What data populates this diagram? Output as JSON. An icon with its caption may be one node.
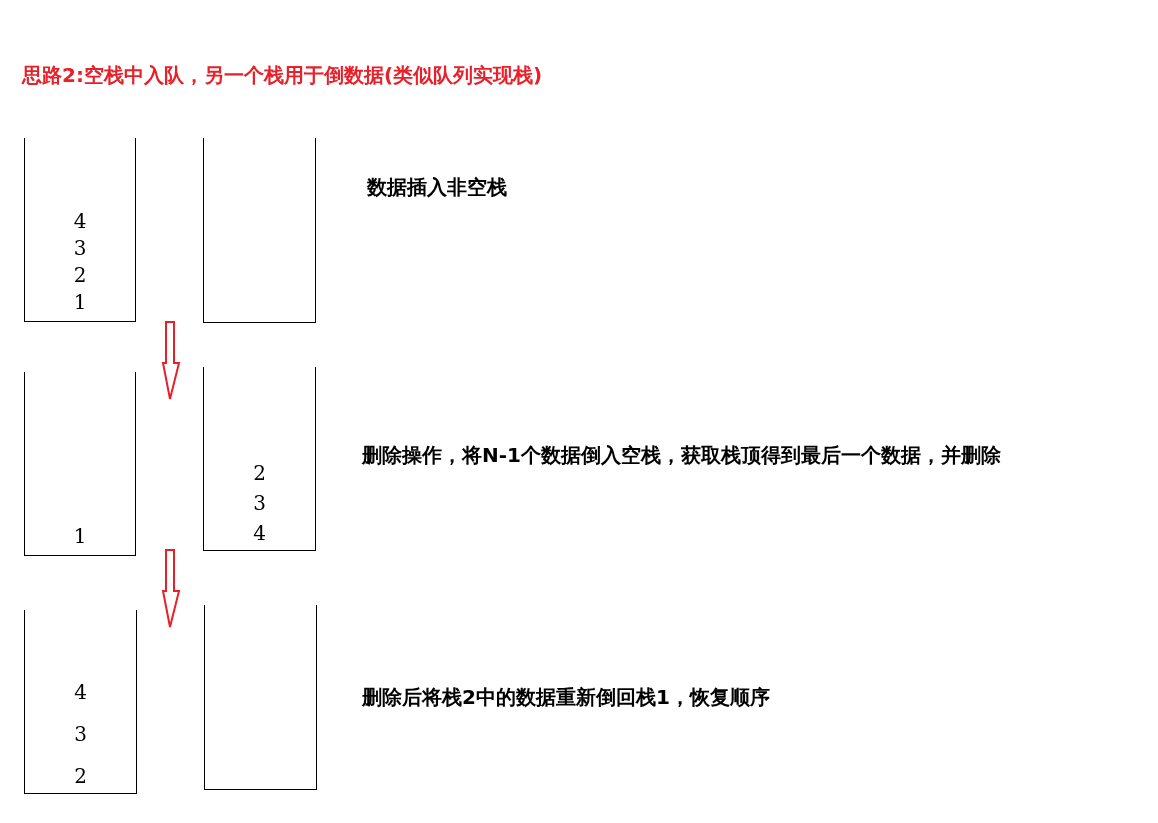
{
  "diagram": {
    "title": "思路2:空栈中入队，另一个栈用于倒数据(类似队列实现栈)",
    "nodes": [
      {
        "text": [
          "4",
          "3",
          "2",
          "1"
        ]
      },
      {
        "text": [],
        "shape": "box",
        "beside": [
          "数据插入非空栈"
        ]
      },
      {
        "text": [
          "1"
        ]
      },
      {
        "text": [
          "2",
          "3",
          "4"
        ],
        "beside": [
          "删除操作，将N-1个数据倒入空栈，获取栈顶得到最后一个数据，并删除"
        ]
      },
      {
        "text": [
          "4",
          "3",
          "2"
        ]
      },
      {
        "text": [],
        "shape": "box",
        "beside": [
          "删除后将栈2中的数据重新倒回栈1，恢复顺序"
        ]
      }
    ],
    "edges": [
      {
        "from": 1,
        "to": 3,
        "arrow": "to",
        "color": "#e8202a"
      },
      {
        "from": 3,
        "to": 5,
        "arrow": "to",
        "color": "#e8202a"
      }
    ]
  }
}
